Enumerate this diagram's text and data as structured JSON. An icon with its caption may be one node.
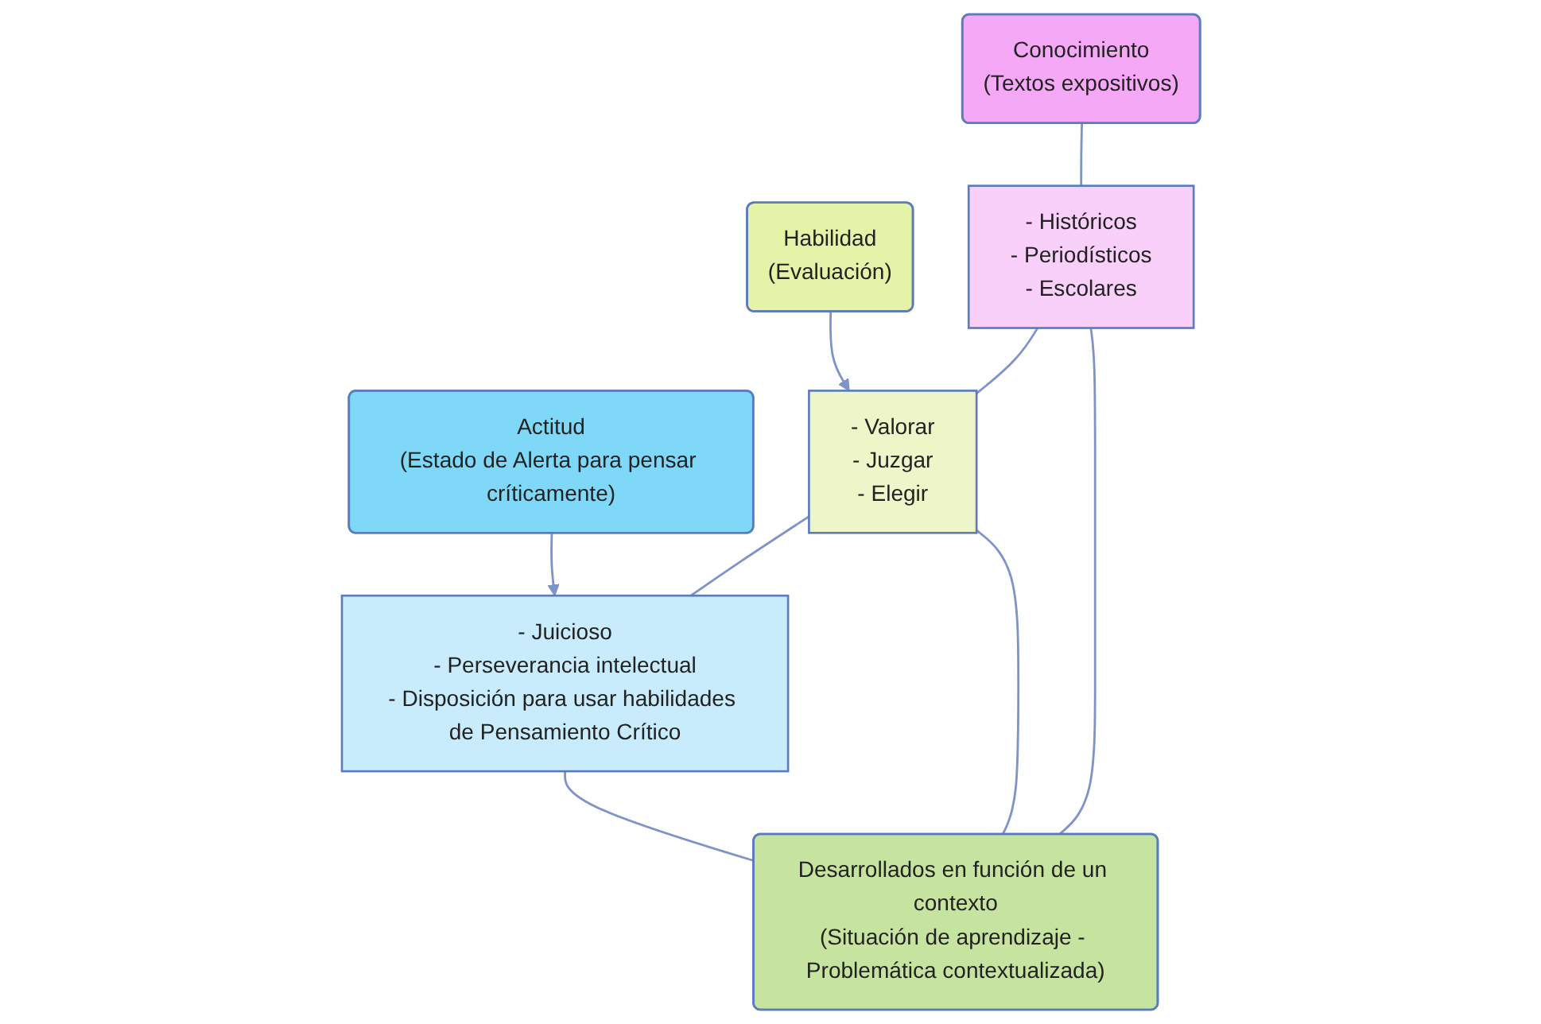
{
  "diagram": {
    "nodes": [
      {
        "text": [
          "Conocimiento",
          "(Textos expositivos)"
        ]
      },
      {
        "text": [
          "Habilidad",
          "(Evaluación)"
        ]
      },
      {
        "text": [
          "Actitud",
          "(Estado de Alerta para pensar críticamente)"
        ]
      },
      {
        "text": [
          "- Históricos",
          "- Periodísticos",
          "- Escolares"
        ]
      },
      {
        "text": [
          "- Valorar",
          "- Juzgar",
          "- Elegir"
        ]
      },
      {
        "text": [
          "- Juicioso",
          "- Perseverancia intelectual",
          "- Disposición para usar habilidades de Pensamiento Crítico"
        ]
      },
      {
        "text": [
          "Desarrollados en función de un contexto",
          "(Situación de aprendizaje - Problemática contextualizada)"
        ]
      }
    ],
    "edges": [
      {
        "from": 0,
        "to": 3,
        "arrow": "none"
      },
      {
        "from": 1,
        "to": 4,
        "arrow": "to"
      },
      {
        "from": 2,
        "to": 5,
        "arrow": "to"
      },
      {
        "from": 3,
        "to": 4,
        "arrow": "none"
      },
      {
        "from": 4,
        "to": 5,
        "arrow": "none"
      },
      {
        "from": 3,
        "to": 6,
        "arrow": "none"
      },
      {
        "from": 4,
        "to": 6,
        "arrow": "none"
      },
      {
        "from": 5,
        "to": 6,
        "arrow": "none"
      }
    ]
  }
}
